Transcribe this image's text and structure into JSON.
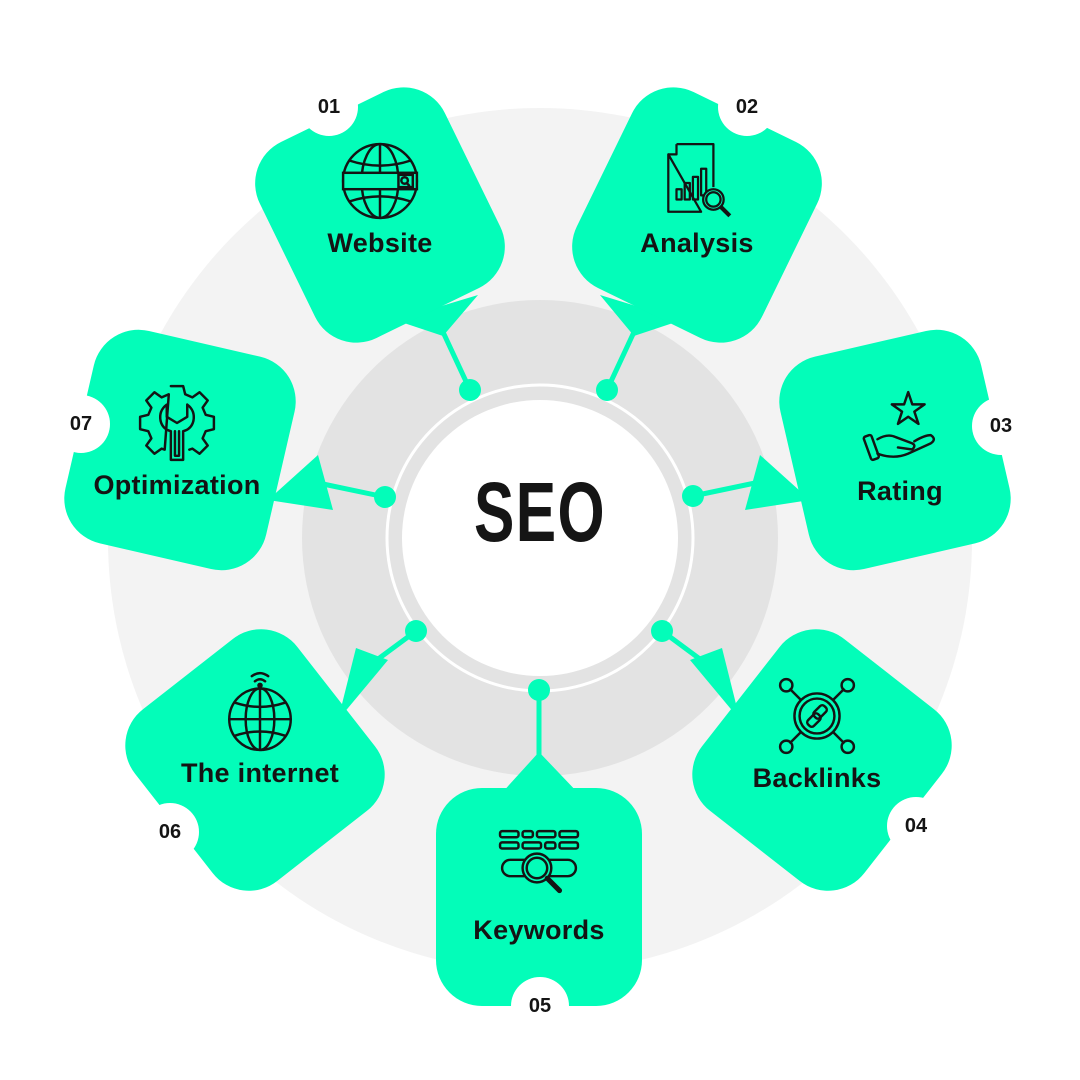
{
  "diagram": {
    "title": "SEO",
    "colors": {
      "accent": "#03FDB9",
      "outer_ring": "#F3F3F3",
      "middle_ring": "#E3E3E3",
      "center": "#FFFFFF",
      "text": "#141414"
    },
    "items": [
      {
        "number": "01",
        "label": "Website",
        "icon": "globe-search-icon"
      },
      {
        "number": "02",
        "label": "Analysis",
        "icon": "document-chart-magnifier-icon"
      },
      {
        "number": "03",
        "label": "Rating",
        "icon": "hand-star-icon"
      },
      {
        "number": "04",
        "label": "Backlinks",
        "icon": "link-network-icon"
      },
      {
        "number": "05",
        "label": "Keywords",
        "icon": "keyword-search-icon"
      },
      {
        "number": "06",
        "label": "The internet",
        "icon": "globe-wifi-icon"
      },
      {
        "number": "07",
        "label": "Optimization",
        "icon": "gear-wrench-icon"
      }
    ]
  }
}
